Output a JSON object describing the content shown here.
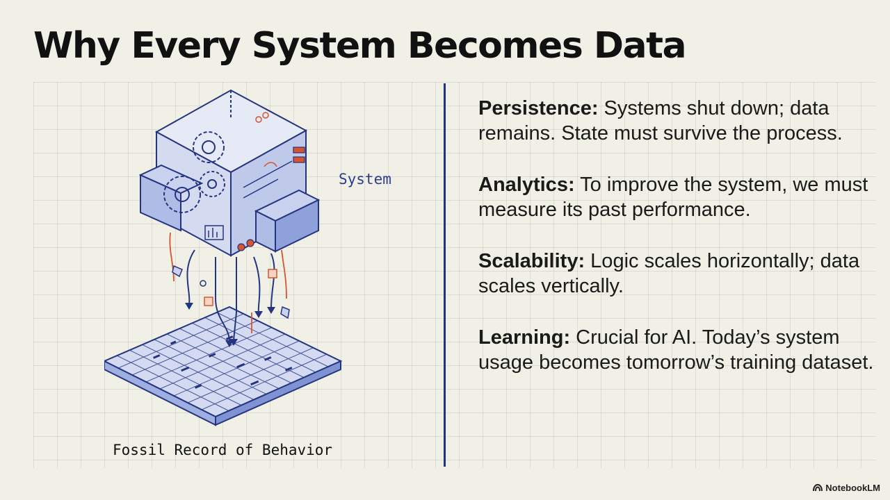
{
  "slide": {
    "title": "Why Every System Becomes Data",
    "diagram": {
      "label_system": "System",
      "label_bottom": "Fossil Record of Behavior"
    },
    "points": [
      {
        "term": "Persistence:",
        "text": " Systems shut down; data remains. State must survive the process."
      },
      {
        "term": "Analytics:",
        "text": " To improve the system, we must measure its past performance."
      },
      {
        "term": "Scalability:",
        "text": " Logic scales horizontally; data scales vertically."
      },
      {
        "term": "Learning:",
        "text": " Crucial for AI. Today’s system usage becomes tomorrow’s training dataset."
      }
    ],
    "brand": "NotebookLM",
    "colors": {
      "ink": "#243480",
      "fill": "#c9d2ee",
      "accent": "#d9532b",
      "background": "#f1f0e6"
    }
  }
}
